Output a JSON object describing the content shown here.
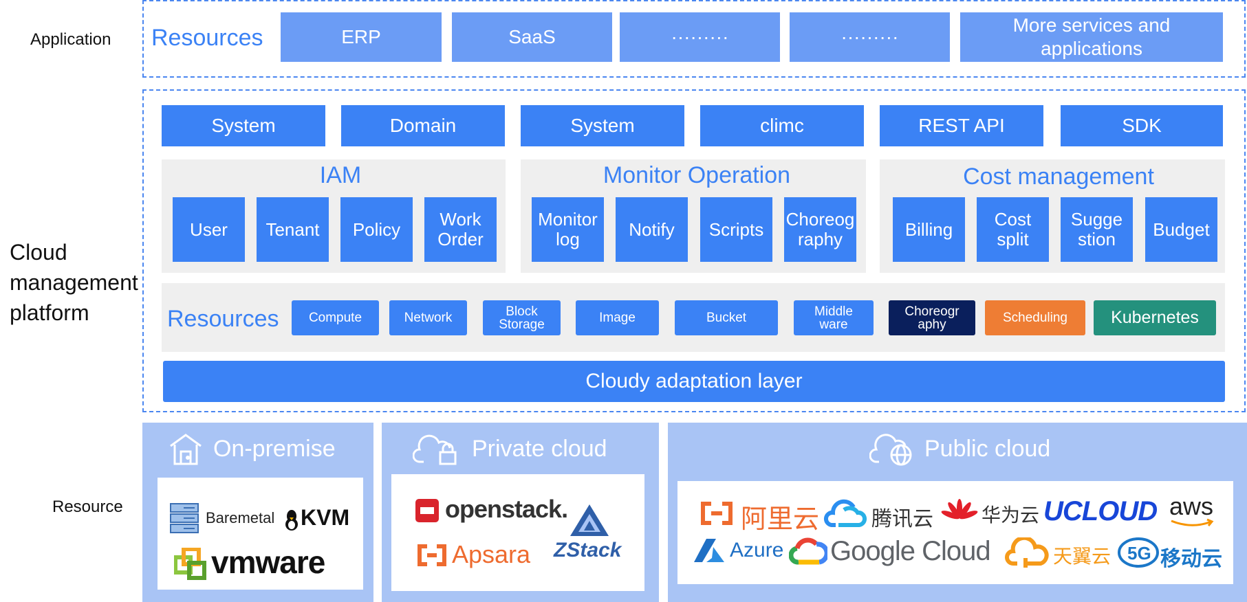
{
  "side_labels": {
    "application": "Application",
    "cloud_platform": [
      "Cloud",
      "management",
      "platform"
    ],
    "resource": "Resource"
  },
  "application_layer": {
    "title": "Resources",
    "items": [
      "ERP",
      "SaaS",
      "·········",
      "·········",
      "More services and applications"
    ]
  },
  "top_buttons": [
    "System",
    "Domain",
    "System",
    "climc",
    "REST API",
    "SDK"
  ],
  "iam": {
    "title": "IAM",
    "items": [
      "User",
      "Tenant",
      "Policy",
      "Work Order"
    ]
  },
  "monitor": {
    "title": "Monitor Operation",
    "items": [
      "Monitor log",
      "Notify",
      "Scripts",
      "Choreog raphy"
    ]
  },
  "cost": {
    "title": "Cost management",
    "items": [
      "Billing",
      "Cost split",
      "Sugge stion",
      "Budget"
    ]
  },
  "resources_row": {
    "title": "Resources",
    "items": [
      "Compute",
      "Network",
      "Block Storage",
      "Image",
      "Bucket",
      "Middle ware",
      "Choreogr aphy",
      "Scheduling",
      "Kubernetes"
    ]
  },
  "adaptation_layer": "Cloudy adaptation layer",
  "on_premise": {
    "title": "On-premise",
    "logos": {
      "baremetal": "Baremetal",
      "kvm": "KVM",
      "vmware": "vmware"
    }
  },
  "private_cloud": {
    "title": "Private cloud",
    "logos": {
      "openstack": "openstack.",
      "apsara": "Apsara",
      "zstack": "ZStack"
    }
  },
  "public_cloud": {
    "title": "Public cloud",
    "logos": {
      "aliyun": "阿里云",
      "tencent": "腾讯云",
      "huawei": "华为云",
      "ucloud": "UCLOUD",
      "aws": "aws",
      "azure": "Azure",
      "google": "Google Cloud",
      "tianyi": "天翼云",
      "yidong": "移动云"
    }
  },
  "colors": {
    "primary": "#3b82f5",
    "app_box": "#6b9cf5",
    "dark_navy": "#0a1f5c",
    "orange": "#ee7d34",
    "teal": "#24917d",
    "cloud_bg": "#a9c4f5",
    "panel": "#efefef"
  }
}
